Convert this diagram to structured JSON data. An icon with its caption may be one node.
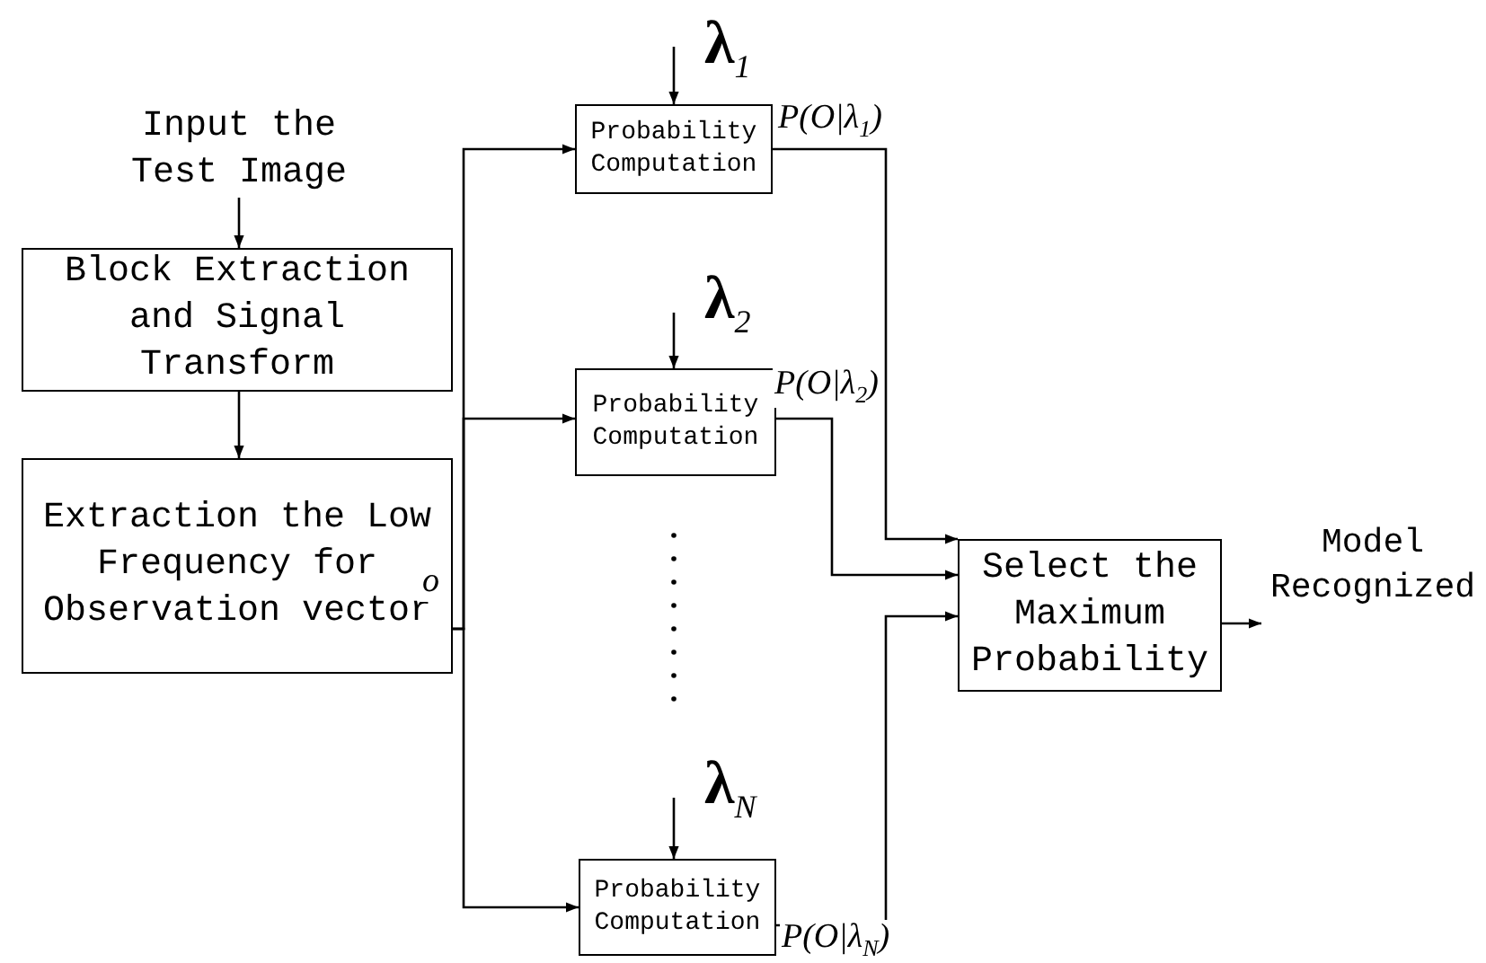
{
  "diagram": {
    "nodes": [
      {
        "text": [
          "Input the Test Image"
        ]
      },
      {
        "text": [
          "Block Extraction and Signal Transform"
        ]
      },
      {
        "text": [
          "Extraction the Low Frequency for Observation vector"
        ]
      },
      {
        "text": [
          "Probability Computation"
        ]
      },
      {
        "text": [
          "Probability Computation"
        ]
      },
      {
        "text": [
          "Probability Computation"
        ]
      },
      {
        "text": [
          "Select the Maximum Probability"
        ]
      },
      {
        "text": [
          "Model Recognized"
        ]
      }
    ],
    "edges": [
      {
        "from": 0,
        "to": 1,
        "arrow": "to"
      },
      {
        "from": 1,
        "to": 2,
        "arrow": "to"
      },
      {
        "from": 2,
        "to": 3,
        "arrow": "to",
        "label": "o"
      },
      {
        "from": 2,
        "to": 4,
        "arrow": "to"
      },
      {
        "from": 2,
        "to": 5,
        "arrow": "to"
      },
      {
        "from": null,
        "to": 3,
        "arrow": "to"
      },
      {
        "from": null,
        "to": 4,
        "arrow": "to"
      },
      {
        "from": null,
        "to": 5,
        "arrow": "to"
      },
      {
        "from": 3,
        "to": 6,
        "arrow": "to",
        "label": "P(O|λ$_{1}$)"
      },
      {
        "from": 4,
        "to": 6,
        "arrow": "to",
        "label": "P(O|λ$_{2}$)"
      },
      {
        "from": 5,
        "to": 6,
        "arrow": "to",
        "label": "P(O|λ$_{N}$)"
      },
      {
        "from": 6,
        "to": 7,
        "arrow": "to"
      }
    ],
    "labels": [
      "λ$_{1}$",
      "λ$_{2}$",
      "λ$_{N}$"
    ]
  }
}
